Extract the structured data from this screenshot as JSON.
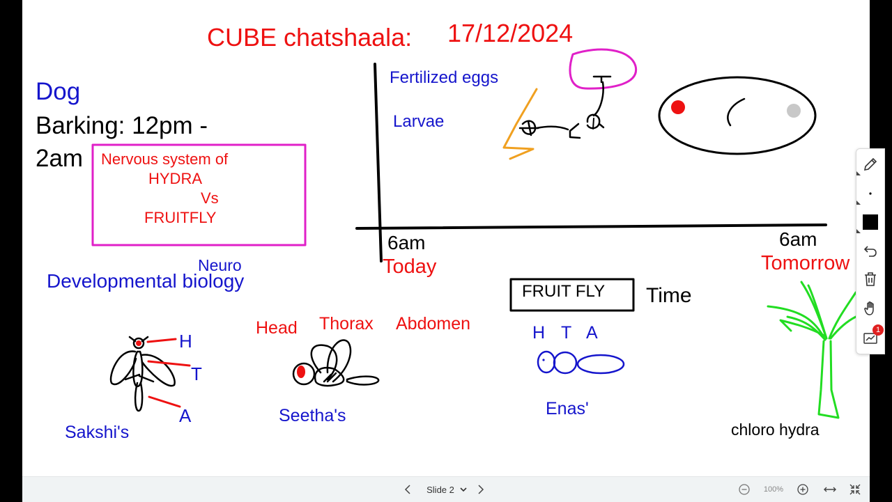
{
  "board": {
    "title": "CUBE chatshaala:",
    "date": "17/12/2024",
    "dog": "Dog",
    "barking_line1": "Barking: 12pm -",
    "barking_line2": "2am",
    "box": {
      "line1": "Nervous system of",
      "line2": "HYDRA",
      "line3": "Vs",
      "line4": "FRUITFLY"
    },
    "neuro": "Neuro",
    "dev_bio": "Developmental biology",
    "graph": {
      "fertilized_eggs": "Fertilized eggs",
      "larvae": "Larvae",
      "start_time": "6am",
      "start_day": "Today",
      "end_time": "6am",
      "end_day": "Tomorrow",
      "axis_label": "Time"
    },
    "fruit_fly_box": "FRUIT FLY",
    "hta": {
      "h": "H",
      "t": "T",
      "a": "A"
    },
    "sakshi_labels": {
      "h": "H",
      "t": "T",
      "a": "A"
    },
    "sakshi": "Sakshi's",
    "seetha_labels": {
      "head": "Head",
      "thorax": "Thorax",
      "abdomen": "Abdomen"
    },
    "seetha": "Seetha's",
    "enas": "Enas'",
    "chloro_hydra": "chloro hydra"
  },
  "toolbar": {
    "tools": [
      "pencil-icon",
      "dot-size-icon",
      "color-swatch-icon",
      "undo-icon",
      "trash-icon",
      "hand-pan-icon",
      "chart-icon"
    ],
    "swatch_color": "#000000",
    "notification_count": "1"
  },
  "bottom_bar": {
    "slide_label": "Slide 2",
    "zoom": "100%"
  },
  "colors": {
    "red": "#ee1111",
    "blue": "#1515cc",
    "magenta": "#e020c8",
    "green": "#22dd22",
    "orange": "#f0a020"
  }
}
